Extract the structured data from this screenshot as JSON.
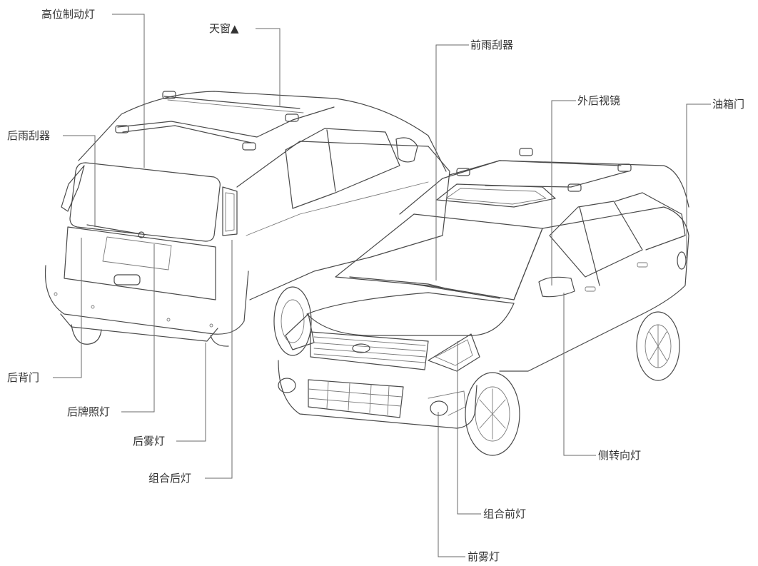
{
  "labels": {
    "high_brake_light": "高位制动灯",
    "sunroof": "天窗▲",
    "front_wiper": "前雨刮器",
    "side_mirror": "外后视镜",
    "fuel_door": "油箱门",
    "rear_wiper": "后雨刮器",
    "tailgate": "后背门",
    "rear_plate_light": "后牌照灯",
    "rear_fog_light": "后雾灯",
    "rear_combo_light": "组合后灯",
    "side_turn_signal": "侧转向灯",
    "front_combo_light": "组合前灯",
    "front_fog_light": "前雾灯"
  }
}
